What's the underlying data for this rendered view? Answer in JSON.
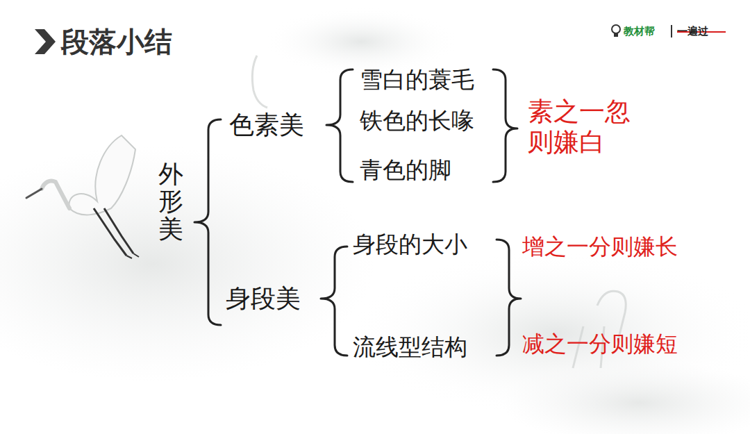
{
  "diagram": {
    "title": "段落小结",
    "labels": [
      "外形美",
      "色素美",
      "雪白的蓑毛",
      "铁色的长喙",
      "青色的脚",
      "素之一忽 则嫌白",
      "身段美",
      "身段的大小",
      "流线型结构",
      "增之一分则嫌长",
      "减之一分则嫌短",
      "教材帮",
      "一遍过"
    ]
  }
}
